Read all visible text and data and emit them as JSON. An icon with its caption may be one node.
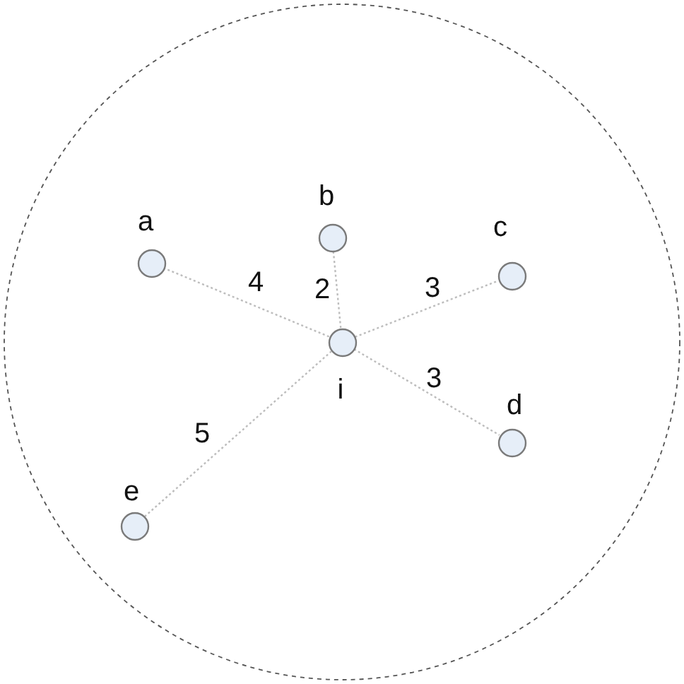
{
  "diagram": {
    "nodes": [
      {
        "text": [],
        "shape": "circle"
      },
      {
        "text": [
          "a"
        ],
        "in": 0
      },
      {
        "text": [
          "b"
        ],
        "in": 0
      },
      {
        "text": [
          "c"
        ],
        "in": 0
      },
      {
        "text": [
          "i"
        ],
        "in": 0
      },
      {
        "text": [
          "d"
        ],
        "in": 0
      },
      {
        "text": [
          "e"
        ],
        "in": 0
      }
    ],
    "edges": [
      {
        "from": 4,
        "to": 1,
        "arrow": "none",
        "label": "4"
      },
      {
        "from": 4,
        "to": 2,
        "arrow": "none",
        "label": "2"
      },
      {
        "from": 4,
        "to": 3,
        "arrow": "none",
        "label": "3"
      },
      {
        "from": 4,
        "to": 5,
        "arrow": "none",
        "label": "3"
      },
      {
        "from": 4,
        "to": 6,
        "arrow": "none",
        "label": "5"
      }
    ]
  }
}
